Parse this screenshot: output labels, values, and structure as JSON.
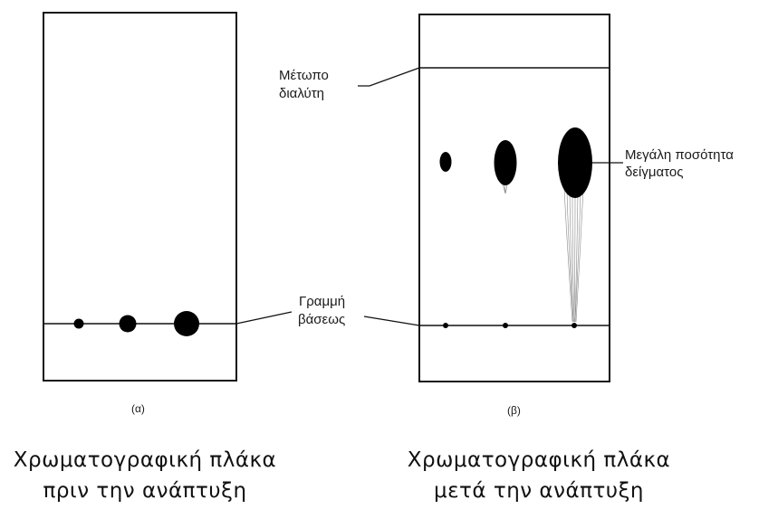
{
  "panels": [
    {
      "label": "(α)",
      "caption_line1": "Χρωματογραφική πλάκα",
      "caption_line2": "πριν την ανάπτυξη",
      "spots": [
        "small spot",
        "medium spot",
        "large spot"
      ]
    },
    {
      "label": "(β)",
      "caption_line1": "Χρωματογραφική πλάκα",
      "caption_line2": "μετά την ανάπτυξη",
      "spots": [
        "small spot",
        "medium spot with short tail",
        "large spot with long tail"
      ]
    }
  ],
  "annotations": {
    "solvent_front_line1": "Μέτωπο",
    "solvent_front_line2": "διαλύτη",
    "baseline_line1": "Γραμμή",
    "baseline_line2": "βάσεως",
    "large_sample_line1": "Μεγάλη ποσότητα",
    "large_sample_line2": "δείγματος"
  },
  "colors": {
    "ink": "#111111",
    "plate_background": "#ffffff"
  }
}
